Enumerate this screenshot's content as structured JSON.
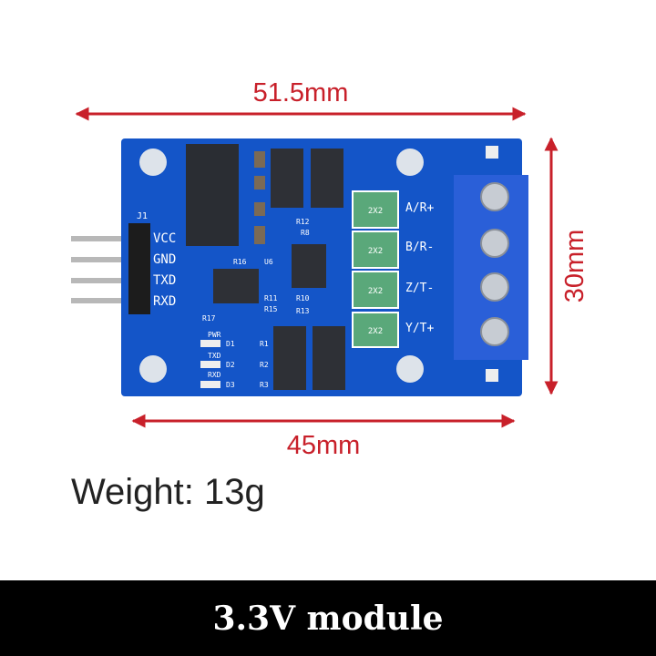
{
  "dimensions": {
    "top_width": "51.5mm",
    "height": "30mm",
    "bottom_width": "45mm"
  },
  "weight": "Weight: 13g",
  "banner": "3.3V module",
  "colors": {
    "dimension": "#c8202a",
    "board": "#1455c8",
    "terminal": "#2a5fd8",
    "banner_bg": "#000000"
  },
  "board": {
    "header_label": "J1",
    "pins": [
      "VCC",
      "GND",
      "TXD",
      "RXD"
    ],
    "terminals": [
      "A/R+",
      "B/R-",
      "Z/T-",
      "Y/T+"
    ],
    "fuse_marking": "2X2",
    "leds": [
      "PWR",
      "TXD",
      "RXD"
    ],
    "led_refs": [
      "D1",
      "D2",
      "D3"
    ],
    "resistor_refs": [
      "R1",
      "R2",
      "R3",
      "R12",
      "R8",
      "R10",
      "R13",
      "R11",
      "R15",
      "R16",
      "R17"
    ],
    "ic_ref": "U6"
  }
}
